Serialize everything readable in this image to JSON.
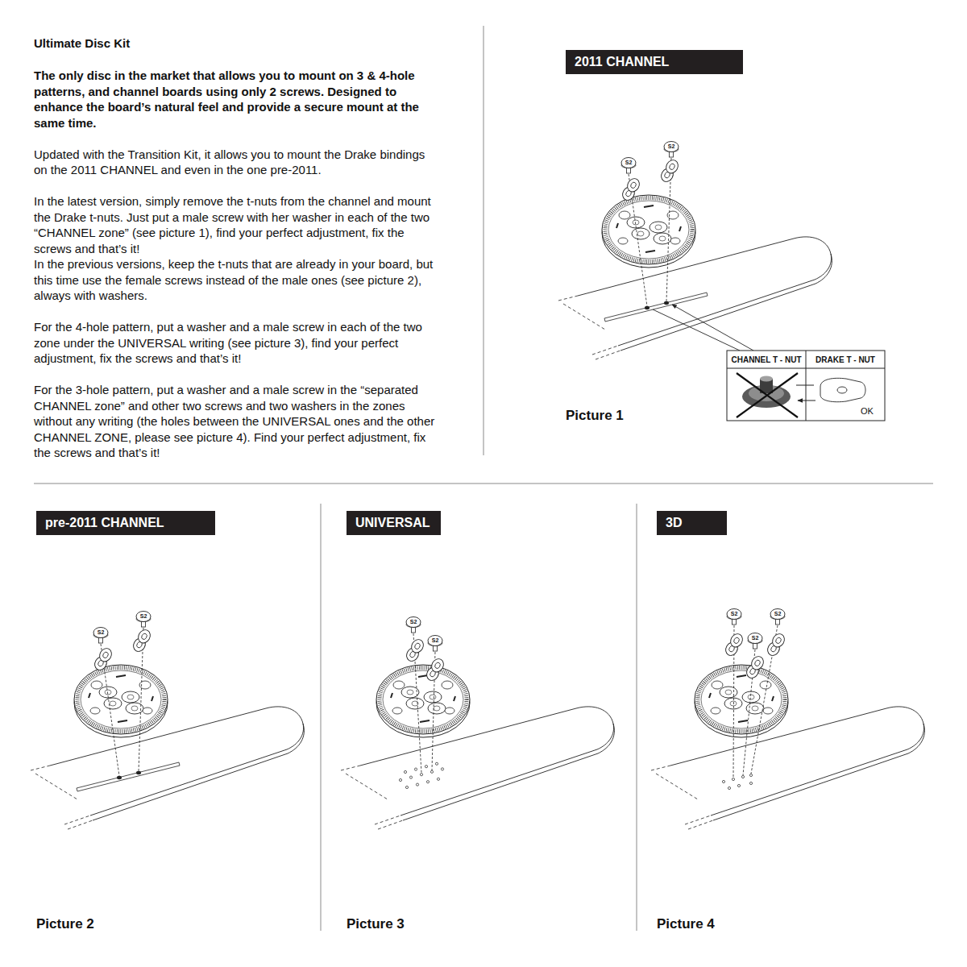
{
  "diagram": {
    "title": "Ultimate Disc Kit",
    "nodes": [
      {
        "text": [
          "2011 CHANNEL"
        ]
      },
      {
        "text": [
          "pre-2011 CHANNEL"
        ]
      },
      {
        "text": [
          "UNIVERSAL"
        ]
      },
      {
        "text": [
          "3D"
        ]
      }
    ],
    "labels": [
      "The only disc in the market that allows you to mount on 3 & 4-hole patterns, and channel boards using only 2 screws. Designed to enhance the board’s natural feel and provide a secure mount at the same time.",
      "Updated with the Transition Kit, it allows you to mount the Drake bindings on the 2011 CHANNEL and even in the one pre-2011.",
      "In the latest version, simply remove the t-nuts from the channel and mount the Drake t-nuts. Just put a male screw with her washer in each of the two “CHANNEL zone” (see picture 1), find your perfect adjustment, fix the screws and that’s it!",
      "In the previous versions, keep the t-nuts that are already in your board, but this time use the female screws instead of the male ones (see picture 2), always with washers.",
      "For the 4-hole pattern, put a washer and a male screw in each of the two zone under the UNIVERSAL writing (see picture 3), find your perfect adjustment, fix the screws and that’s it!",
      "For the 3-hole pattern, put a washer and a male screw in the “separated CHANNEL zone” and other two screws and two washers in the zones without any writing (the holes between the UNIVERSAL ones and the other CHANNEL ZONE, please see picture 4). Find your perfect adjustment, fix the screws and that’s it!",
      "S2",
      "S2",
      "CHANNEL T - NUT",
      "DRAKE T - NUT",
      "OK",
      "Picture 1",
      "S2",
      "S2",
      "Picture 2",
      "S2",
      "S2",
      "Picture 3",
      "S2",
      "S2",
      "S2",
      "Picture 4"
    ]
  }
}
